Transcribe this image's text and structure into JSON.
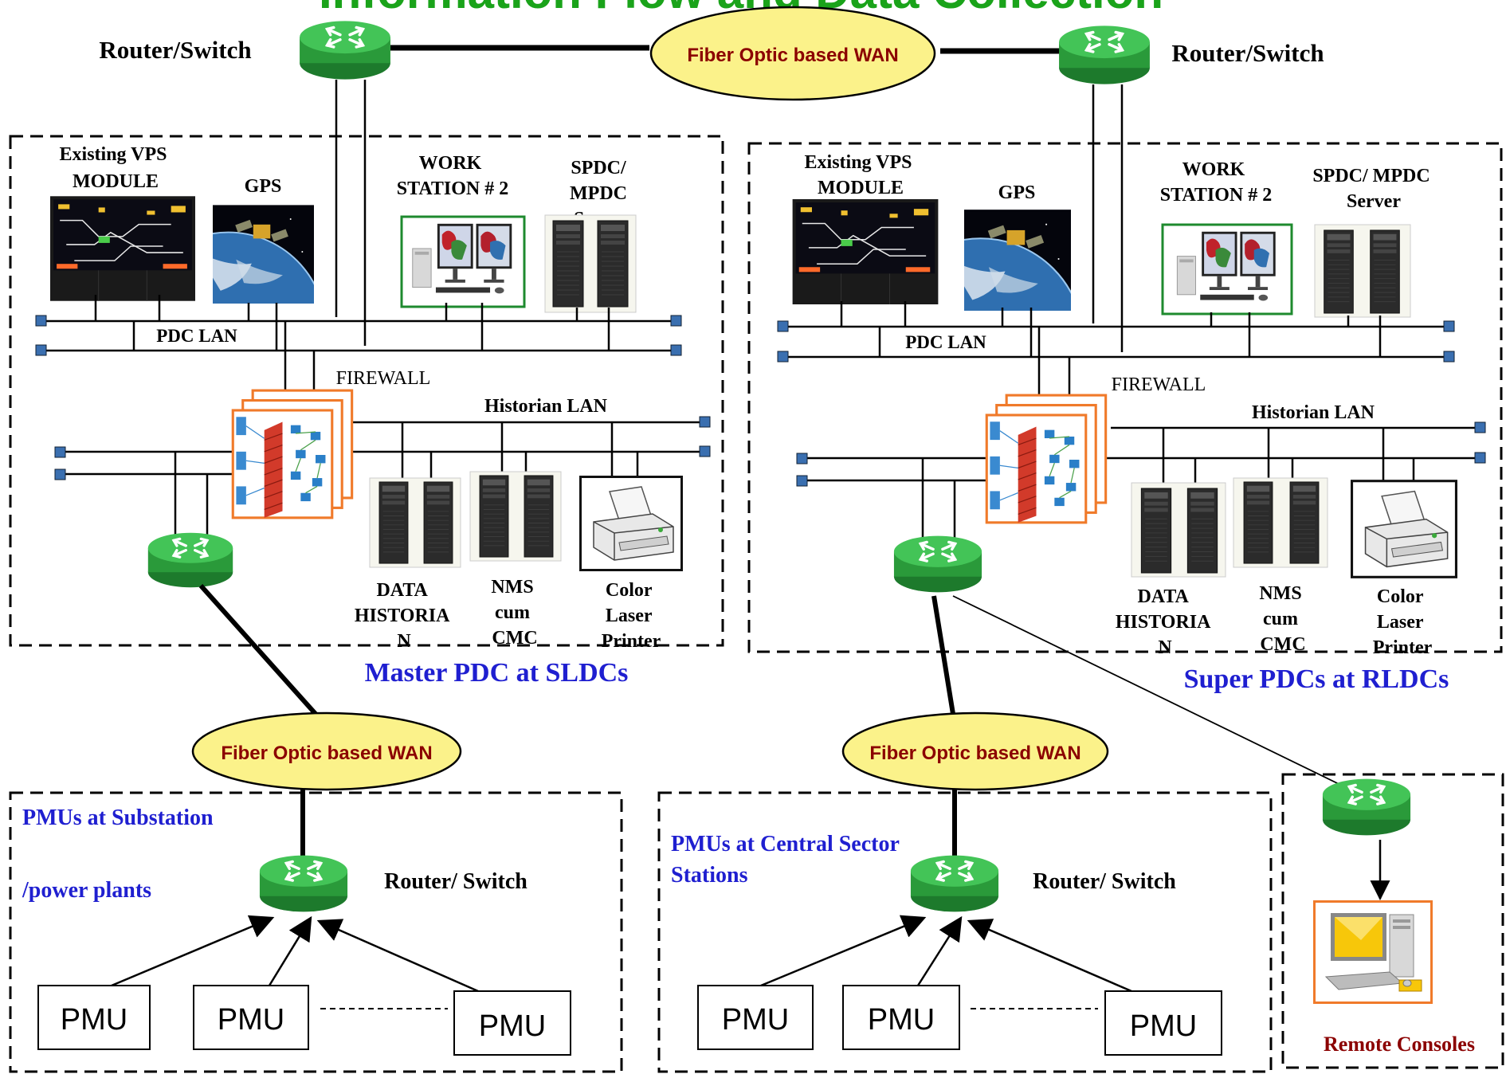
{
  "title": "Information Flow and Data Collection",
  "colors": {
    "title_green": "#1aa31a",
    "caption_blue": "#1f1fd0",
    "remote_red": "#8b0000",
    "wan_fill": "#fbf28a",
    "wan_text": "#8b0000",
    "router_green": "#2aa63e",
    "firewall_orange": "#f07a2a",
    "workstation_frame": "#1e8a2e"
  },
  "icons": [
    "router-icon",
    "firewall-icon",
    "server-icon",
    "video-wall-icon",
    "satellite-icon",
    "workstation-icon",
    "printer-icon",
    "desktop-computer-icon"
  ],
  "top": {
    "router_left_label": "Router/Switch",
    "router_right_label": "Router/Switch",
    "wan_label": "Fiber Optic based WAN"
  },
  "left_center": {
    "vps_label_line1": "Existing VPS",
    "vps_label_line2": "MODULE",
    "gps_label": "GPS",
    "ws_label_line1": "WORK",
    "ws_label_line2": "STATION # 2",
    "spdc_label_line1": "SPDC/",
    "spdc_label_line2": "MPDC",
    "spdc_label_line3": "Server",
    "pdc_lan": "PDC LAN",
    "firewall": "FIREWALL",
    "historian_lan": "Historian LAN",
    "dh_line1": "DATA",
    "dh_line2": "HISTORIA",
    "dh_line3": "N",
    "nms_line1": "NMS",
    "nms_line2": "cum",
    "nms_line3": "CMC",
    "printer_line1": "Color",
    "printer_line2": "Laser",
    "printer_line3": "Printer",
    "caption": "Master PDC at SLDCs"
  },
  "right_center": {
    "vps_label_line1": "Existing VPS",
    "vps_label_line2": "MODULE",
    "gps_label": "GPS",
    "ws_label_line1": "WORK",
    "ws_label_line2": "STATION # 2",
    "spdc_label_line1": "SPDC/ MPDC",
    "spdc_label_line2": "Server",
    "pdc_lan": "PDC LAN",
    "firewall": "FIREWALL",
    "historian_lan": "Historian LAN",
    "dh_line1": "DATA",
    "dh_line2": "HISTORIA",
    "dh_line3": "N",
    "nms_line1": "NMS",
    "nms_line2": "cum",
    "nms_line3": "CMC",
    "printer_line1": "Color",
    "printer_line2": "Laser",
    "printer_line3": "Printer",
    "caption": "Super PDCs at RLDCs"
  },
  "wan_mid_left": "Fiber Optic based WAN",
  "wan_mid_right": "Fiber Optic based WAN",
  "bottom_left": {
    "title_line1": "PMUs at Substation",
    "title_line2": "/power plants",
    "router_label": "Router/ Switch",
    "pmus": [
      "PMU",
      "PMU",
      "PMU"
    ]
  },
  "bottom_mid": {
    "title_line1": "PMUs at Central Sector",
    "title_line2": "Stations",
    "router_label": "Router/ Switch",
    "pmus": [
      "PMU",
      "PMU",
      "PMU"
    ]
  },
  "remote": {
    "label": "Remote Consoles"
  }
}
